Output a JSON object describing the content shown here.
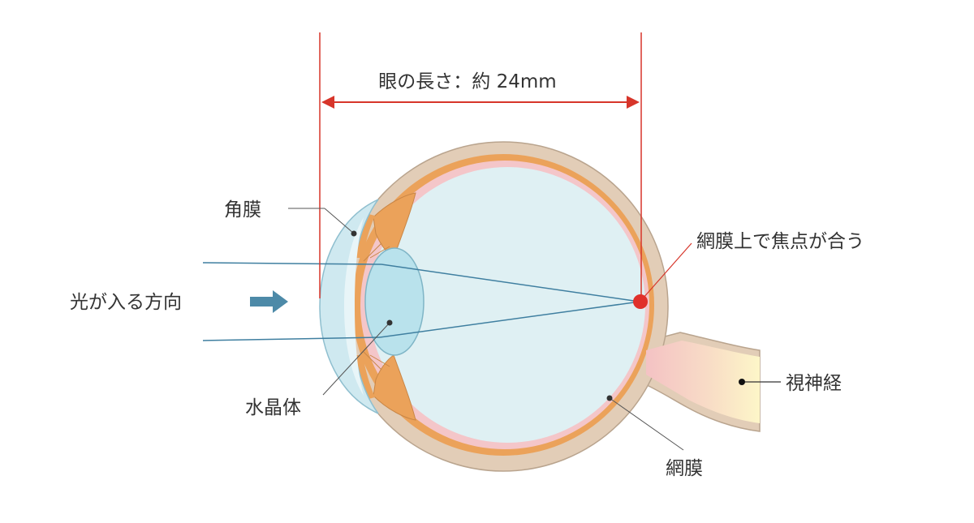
{
  "diagram": {
    "dimension_label": "眼の長さ：約 24mm",
    "labels": {
      "cornea": "角膜",
      "lens": "水晶体",
      "light_direction": "光が入る方向",
      "focus": "網膜上で焦点が合う",
      "optic_nerve": "視神経",
      "retina": "網膜"
    }
  },
  "colors": {
    "measure_red": "#d7352a",
    "sclera": "#e2cdb7",
    "choroid": "#eba25a",
    "retina_pink": "#f4c6c9",
    "vitreous": "#dff0f3",
    "lens_blue": "#b9e2ec",
    "ray_line": "#3f7fa0",
    "arrow": "#4d8aa8"
  }
}
